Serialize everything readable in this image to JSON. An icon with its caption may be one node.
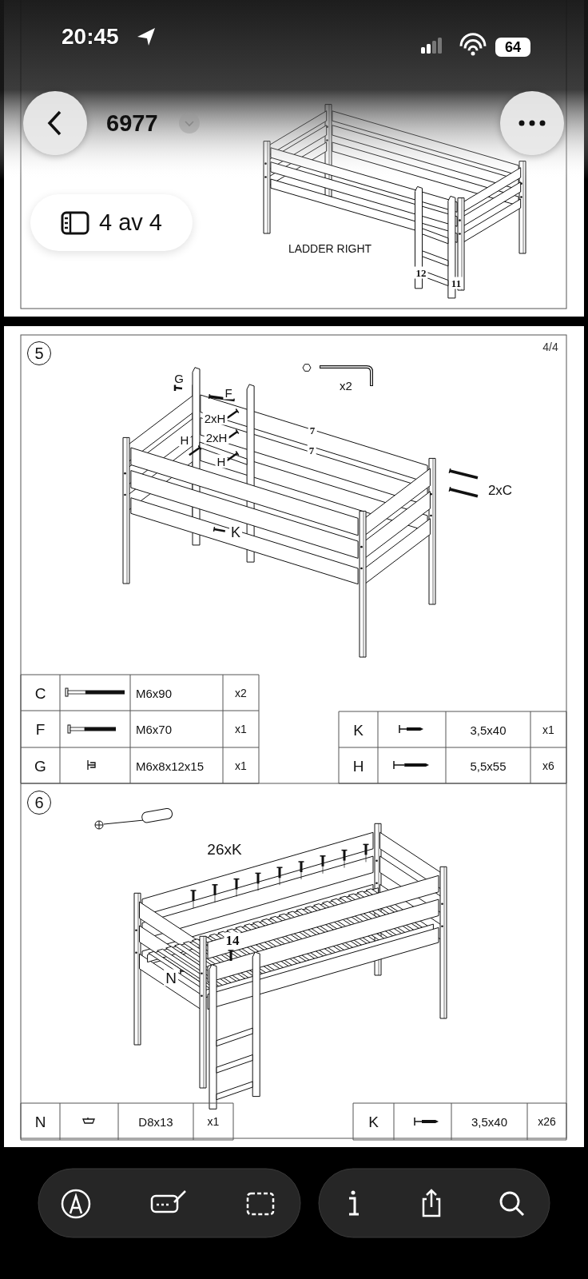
{
  "diagram": {
    "nodes": [
      {
        "text": [
          "5"
        ]
      },
      {
        "text": [
          "6"
        ]
      }
    ],
    "labels": [
      "20:45",
      "64",
      "6977",
      "4 av 4",
      "LADDER RIGHT",
      "12",
      "11",
      "4/4",
      "G",
      "F",
      "2xH",
      "H",
      "2xH",
      "H",
      "7",
      "7",
      "K",
      "x2",
      "2xC",
      "C",
      "M6x90",
      "x2",
      "F",
      "M6x70",
      "x1",
      "G",
      "M6x8x12x15",
      "x1",
      "K",
      "3,5x40",
      "x1",
      "H",
      "5,5x55",
      "x6",
      "26xK",
      "14",
      "N",
      "N",
      "D8x13",
      "x1",
      "K",
      "3,5x40",
      "x26"
    ]
  }
}
